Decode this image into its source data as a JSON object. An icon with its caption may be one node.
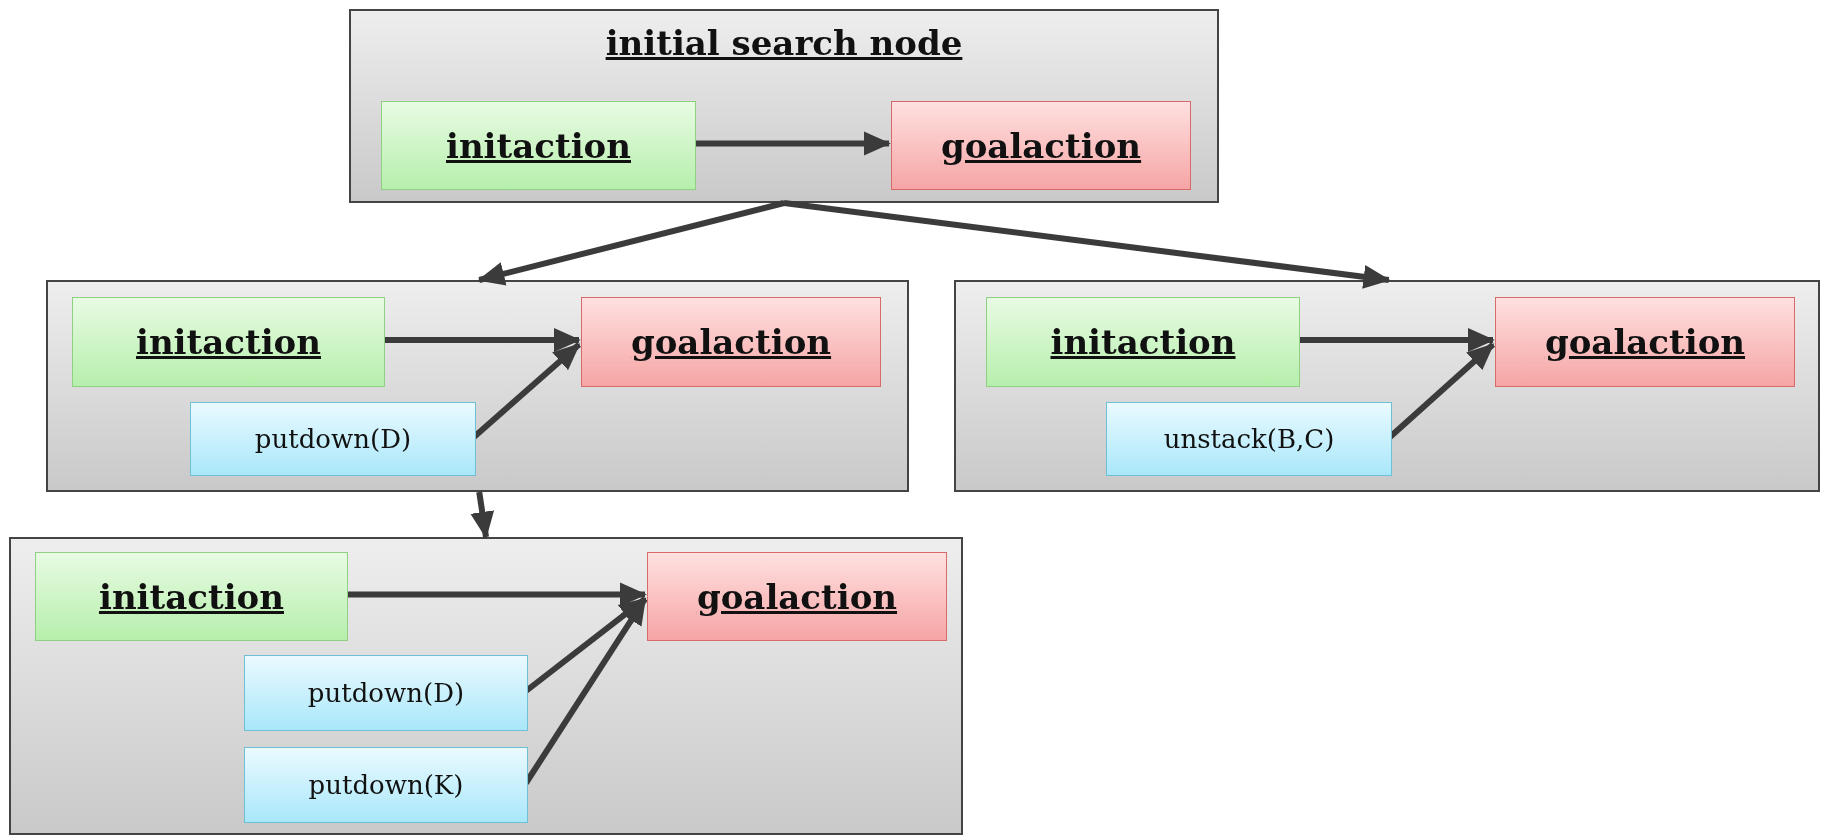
{
  "diagram": {
    "nodes": [
      {
        "text": [
          "initial search node"
        ]
      },
      {
        "text": [
          "initaction"
        ],
        "in": 0
      },
      {
        "text": [
          "goalaction"
        ],
        "in": 0
      },
      {
        "text": [],
        "shape": "box"
      },
      {
        "text": [
          "initaction"
        ],
        "in": 3
      },
      {
        "text": [
          "goalaction"
        ],
        "in": 3
      },
      {
        "text": [
          "putdown(D)"
        ],
        "in": 3
      },
      {
        "text": [],
        "shape": "box"
      },
      {
        "text": [
          "initaction"
        ],
        "in": 7
      },
      {
        "text": [
          "goalaction"
        ],
        "in": 7
      },
      {
        "text": [
          "unstack(B,C)"
        ],
        "in": 7
      },
      {
        "text": [],
        "shape": "box"
      },
      {
        "text": [
          "initaction"
        ],
        "in": 11
      },
      {
        "text": [
          "goalaction"
        ],
        "in": 11
      },
      {
        "text": [
          "putdown(D)"
        ],
        "in": 11
      },
      {
        "text": [
          "putdown(K)"
        ],
        "in": 11
      }
    ],
    "edges": [
      {
        "from": 0,
        "to": 3,
        "arrow": "to"
      },
      {
        "from": 0,
        "to": 7,
        "arrow": "to"
      },
      {
        "from": 3,
        "to": 11,
        "arrow": "to"
      },
      {
        "from": 1,
        "to": 2,
        "arrow": "to"
      },
      {
        "from": 4,
        "to": 5,
        "arrow": "to"
      },
      {
        "from": 6,
        "to": 5,
        "arrow": "to"
      },
      {
        "from": 8,
        "to": 9,
        "arrow": "to"
      },
      {
        "from": 10,
        "to": 9,
        "arrow": "to"
      },
      {
        "from": 12,
        "to": 13,
        "arrow": "to"
      },
      {
        "from": 14,
        "to": 13,
        "arrow": "to"
      },
      {
        "from": 15,
        "to": 13,
        "arrow": "to"
      }
    ]
  }
}
